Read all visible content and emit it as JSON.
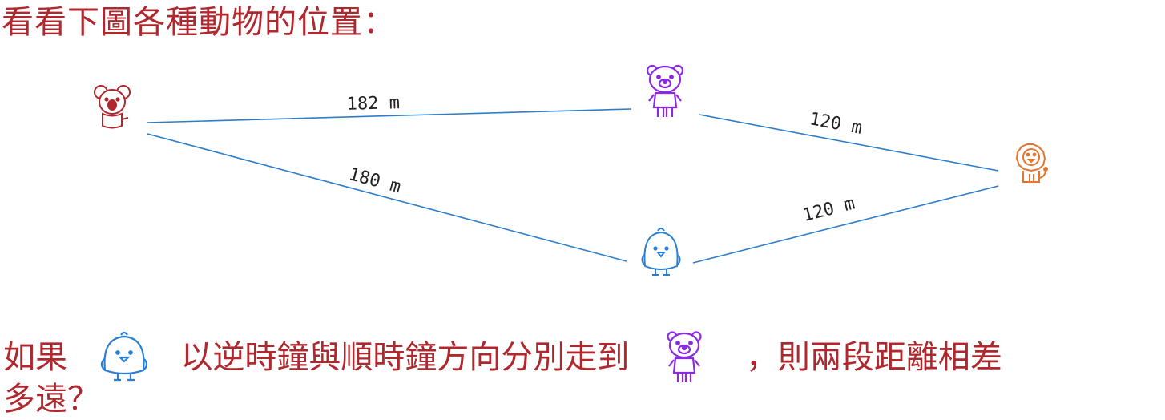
{
  "question": {
    "heading": "看看下圖各種動物的位置：",
    "line1_part1": "如果",
    "line1_part2": "以逆時鐘與順時鐘方向分別走到",
    "line1_part3": "，則兩段距離相差",
    "line2": "多遠？"
  },
  "diagram": {
    "animals": [
      {
        "id": "koala",
        "icon": "koala-icon",
        "color": "#b0272d"
      },
      {
        "id": "bear",
        "icon": "bear-icon",
        "color": "#8a2be2"
      },
      {
        "id": "lion",
        "icon": "lion-icon",
        "color": "#e8742a"
      },
      {
        "id": "chick",
        "icon": "chick-icon",
        "color": "#2a7fd4"
      }
    ],
    "edges": [
      {
        "from": "koala",
        "to": "bear",
        "label": "182 m"
      },
      {
        "from": "bear",
        "to": "lion",
        "label": "120 m"
      },
      {
        "from": "koala",
        "to": "chick",
        "label": "180 m"
      },
      {
        "from": "chick",
        "to": "lion",
        "label": "120 m"
      }
    ],
    "line_color": "#2e7dc8"
  }
}
